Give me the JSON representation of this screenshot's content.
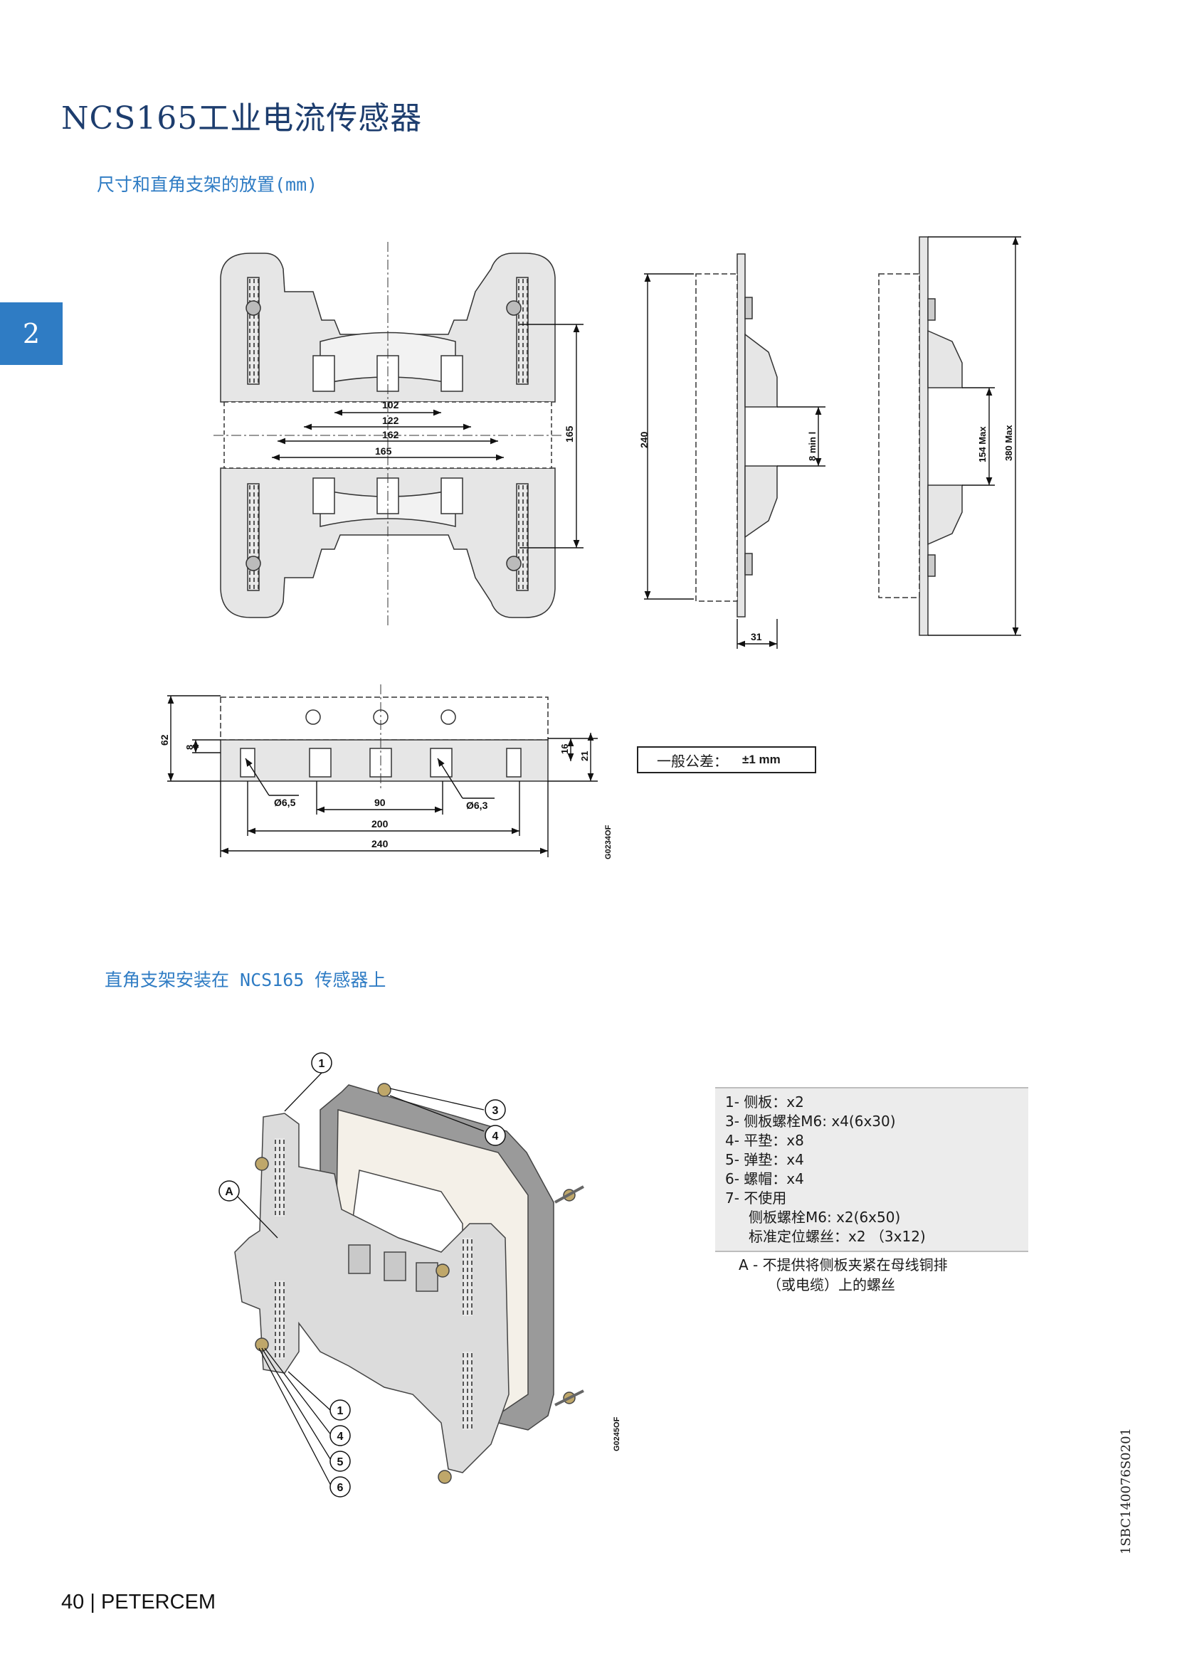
{
  "header": {
    "title": "NCS165工业电流传感器",
    "subtitle_dimensions": "尺寸和直角支架的放置(mm)",
    "subtitle_mounting": "直角支架安装在 NCS165 传感器上"
  },
  "chapter_tab": "2",
  "dimensions": {
    "top_view": [
      "102",
      "122",
      "162",
      "165",
      "165"
    ],
    "side_view_1": [
      "240",
      "8 min l",
      "31"
    ],
    "side_view_2": [
      "154 Max",
      "380 Max"
    ],
    "front_view": [
      "62",
      "8",
      "16",
      "21",
      "Ø6,5",
      "Ø6,3",
      "90",
      "200",
      "240"
    ],
    "drawing_code_1": "G0234OF"
  },
  "tolerance": {
    "label": "一般公差：",
    "value": "±1 mm"
  },
  "callouts": [
    "1",
    "3",
    "4",
    "A",
    "1",
    "4",
    "5",
    "6"
  ],
  "drawing_code_2": "G0245OF",
  "legend": [
    "1- 侧板：x2",
    "3- 侧板螺栓M6: x4(6x30)",
    "4- 平垫：x8",
    "5- 弹垫：x4",
    "6- 螺帽：x4",
    "7- 不使用",
    "侧板螺栓M6: x2(6x50)",
    "标准定位螺丝：x2 （3x12)"
  ],
  "note": [
    "A - 不提供将侧板夹紧在母线铜排",
    "（或电缆）上的螺丝"
  ],
  "footer": {
    "page_number": "40",
    "separator": "|",
    "brand": "PETERCEM"
  },
  "document_number": "1SBC140076S0201",
  "colors": {
    "title": "#1d3d6e",
    "accent_blue": "#2f7cc4",
    "drawing_fill": "#e6e6e6",
    "legend_bg": "#ececec"
  }
}
